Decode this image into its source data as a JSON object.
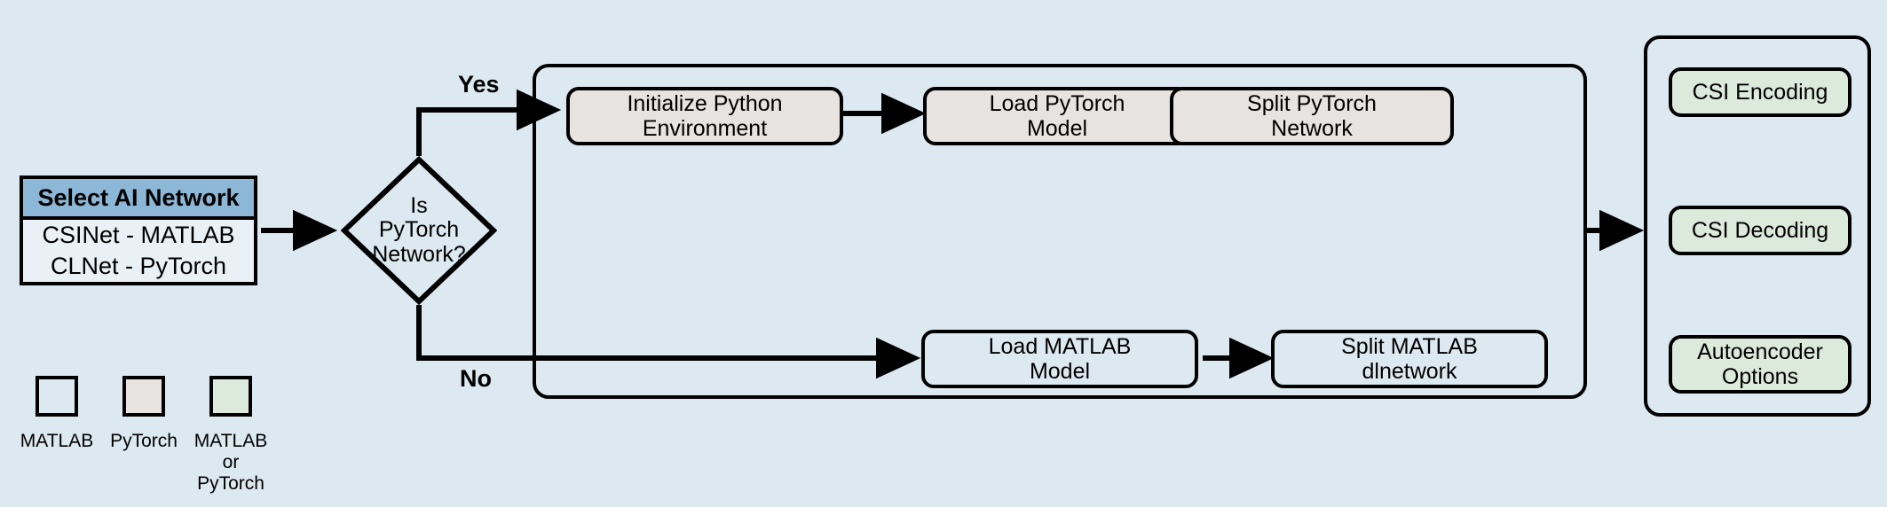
{
  "background_color": "#dde9f1",
  "palette": {
    "matlab_fill": "#dde9f1",
    "pytorch_fill": "#e6e3e1",
    "both_fill": "#dceadc",
    "selector_header_fill": "#8cb7d6",
    "stroke": "#000000"
  },
  "selector": {
    "name": "Select AI Network",
    "header_label": "Select AI Network",
    "options": [
      "CSINet - MATLAB",
      "CLNet - PyTorch"
    ]
  },
  "decision": {
    "label": "Is\nPyTorch\nNetwork?",
    "branches": {
      "yes": "Yes",
      "no": "No"
    }
  },
  "pipeline": {
    "pytorch_branch": [
      {
        "label": "Initialize Python\nEnvironment",
        "fill": "pytorch"
      },
      {
        "label": "Load PyTorch\nModel",
        "fill": "pytorch"
      },
      {
        "label": "Split PyTorch\nNetwork",
        "fill": "pytorch"
      }
    ],
    "matlab_branch": [
      {
        "label": "Load MATLAB\nModel",
        "fill": "matlab"
      },
      {
        "label": "Split MATLAB\ndlnetwork",
        "fill": "matlab"
      }
    ]
  },
  "autoencoder_panel": {
    "items": [
      {
        "label": "CSI Encoding",
        "fill": "both"
      },
      {
        "label": "CSI Decoding",
        "fill": "both"
      },
      {
        "label": "Autoencoder\nOptions",
        "fill": "both"
      }
    ]
  },
  "legend": {
    "items": [
      {
        "label": "MATLAB",
        "fill": "matlab"
      },
      {
        "label": "PyTorch",
        "fill": "pytorch"
      },
      {
        "label": "MATLAB\nor PyTorch",
        "fill": "both"
      }
    ]
  }
}
